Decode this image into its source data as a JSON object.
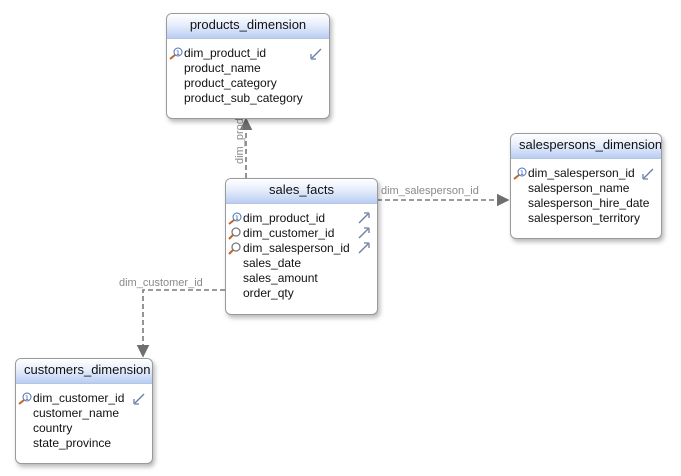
{
  "tables": {
    "products": {
      "title": "products_dimension",
      "columns": [
        "dim_product_id",
        "product_name",
        "product_category",
        "product_sub_category"
      ]
    },
    "salespersons": {
      "title": "salespersons_dimension",
      "columns": [
        "dim_salesperson_id",
        "salesperson_name",
        "salesperson_hire_date",
        "salesperson_territory"
      ]
    },
    "sales_facts": {
      "title": "sales_facts",
      "columns": [
        "dim_product_id",
        "dim_customer_id",
        "dim_salesperson_id",
        "sales_date",
        "sales_amount",
        "order_qty"
      ]
    },
    "customers": {
      "title": "customers_dimension",
      "columns": [
        "dim_customer_id",
        "customer_name",
        "country",
        "state_province"
      ]
    }
  },
  "relationships": {
    "product": "dim_prod",
    "salesperson": "dim_salesperson_id",
    "customer": "dim_customer_id"
  },
  "icons": {
    "primary_key": "primary-key-icon",
    "foreign_key": "foreign-key-icon",
    "pk_marker": "pk-arrow-icon",
    "fk_marker": "fk-arrow-icon"
  }
}
